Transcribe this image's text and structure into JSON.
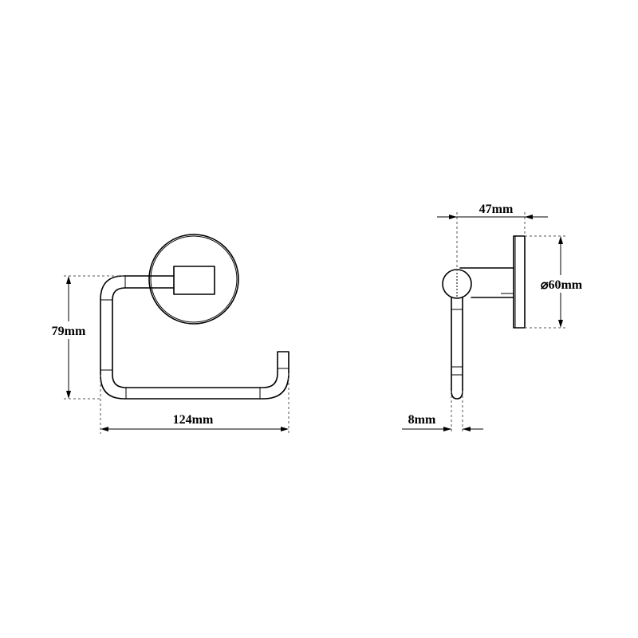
{
  "drawing": {
    "front_view": {
      "height_label": "79mm",
      "width_label": "124mm"
    },
    "side_view": {
      "depth_label": "47mm",
      "diameter_label": "⌀60mm",
      "bar_label": "8mm"
    }
  }
}
